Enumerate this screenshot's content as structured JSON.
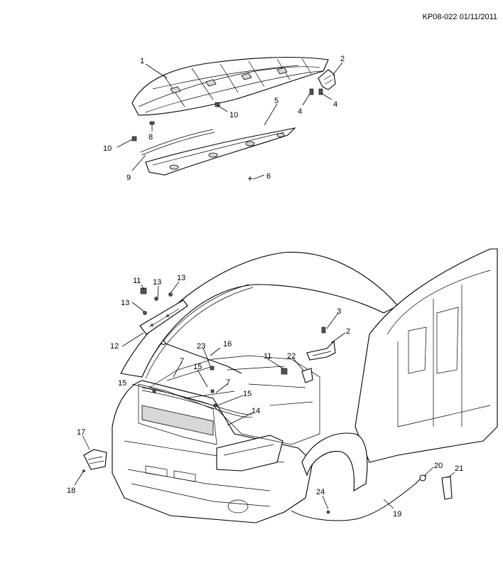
{
  "document_code": "KP08-022 01/11/2011",
  "callouts": [
    "1",
    "2",
    "4",
    "4",
    "10",
    "5",
    "8",
    "10",
    "9",
    "6",
    "11",
    "13",
    "13",
    "13",
    "3",
    "2",
    "12",
    "23",
    "16",
    "11",
    "22",
    "7",
    "15",
    "15",
    "7",
    "15",
    "14",
    "17",
    "18",
    "20",
    "21",
    "24",
    "19"
  ]
}
